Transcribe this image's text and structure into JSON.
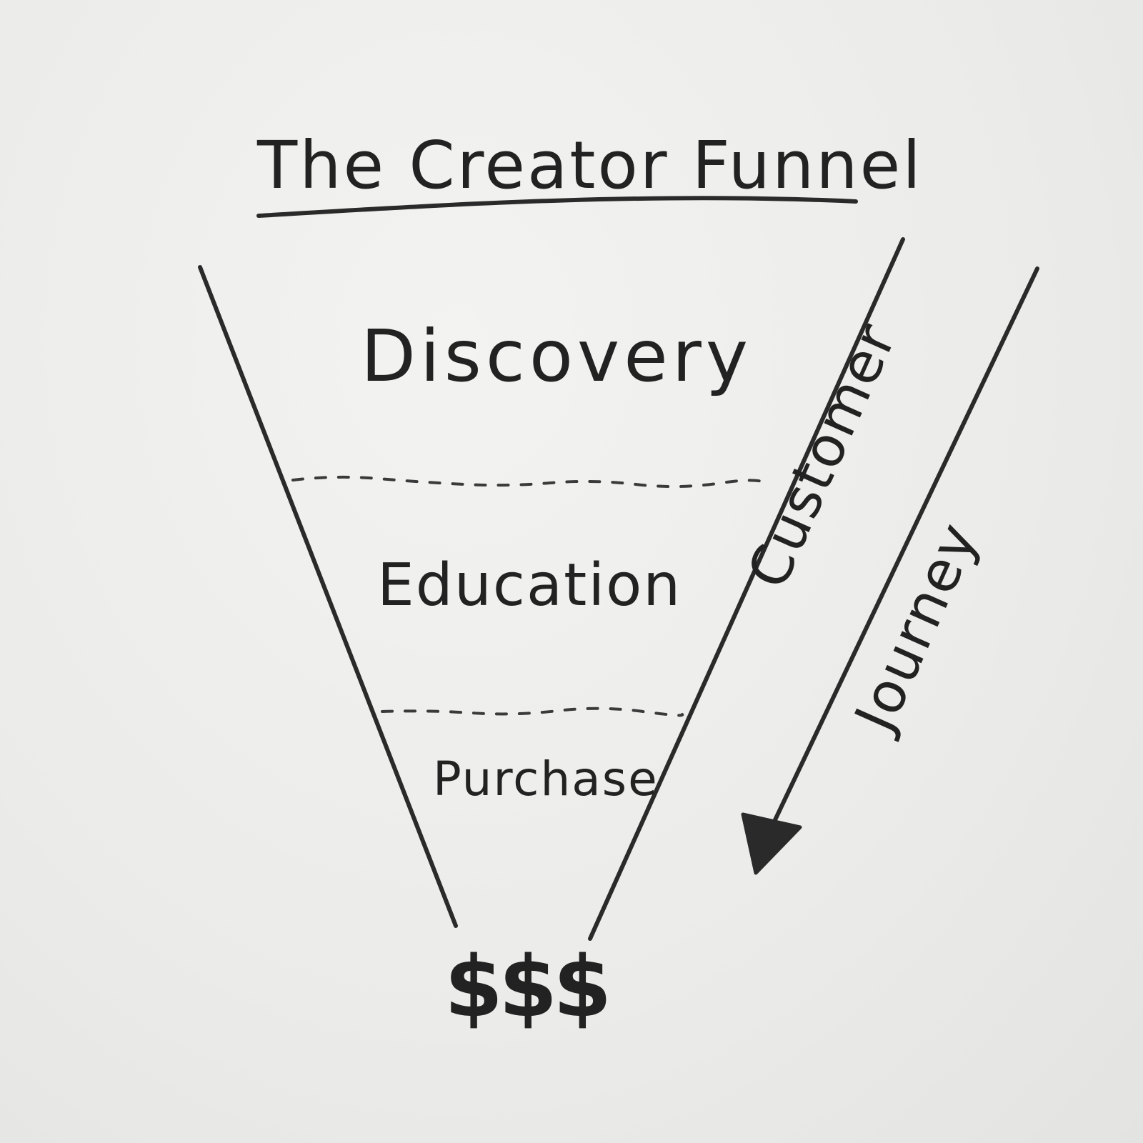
{
  "title": "The Creator Funnel",
  "stages": [
    {
      "label": "Discovery"
    },
    {
      "label": "Education"
    },
    {
      "label": "Purchase"
    }
  ],
  "outcome": "$$$",
  "journey": {
    "line1": "Customer",
    "line2": "Journey"
  },
  "colors": {
    "paper": "#ececea",
    "pencil": "#2a2a2a"
  }
}
